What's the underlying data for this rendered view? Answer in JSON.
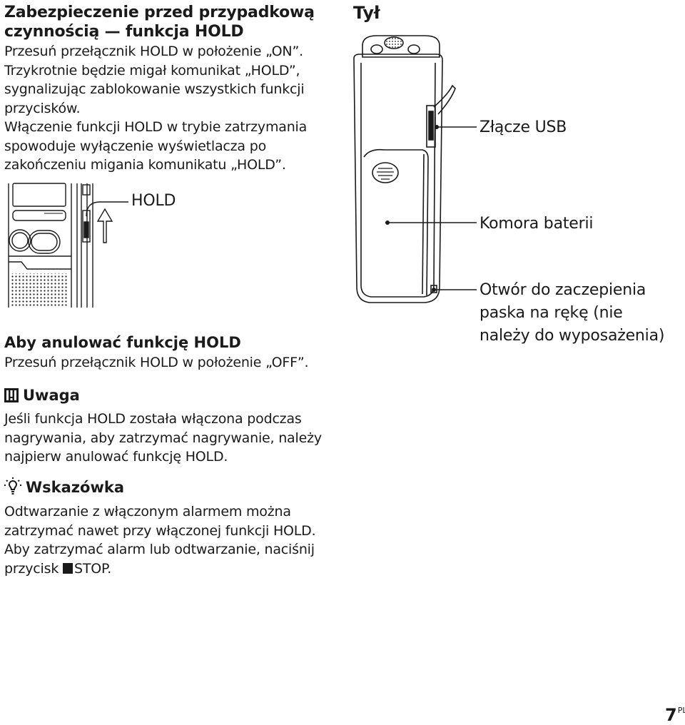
{
  "hold_on": {
    "title_line1": "Zabezpieczenie przed przypadkową",
    "title_line2": "czynnością — funkcja HOLD",
    "paragraph": [
      "Przesuń przełącznik HOLD w położenie „ON”.",
      "Trzykrotnie będzie migał komunikat „HOLD”,",
      "sygnalizując zablokowanie wszystkich funkcji",
      "przycisków.",
      "Włączenie funkcji HOLD w trybie zatrzymania",
      "spowoduje wyłączenie wyświetlacza po",
      "zakończeniu migania komunikatu „HOLD”."
    ]
  },
  "hold_figure": {
    "label": "HOLD"
  },
  "hold_off": {
    "title": "Aby anulować funkcję HOLD",
    "text": "Przesuń przełącznik HOLD w położenie „OFF”."
  },
  "note": {
    "title": "Uwaga",
    "icon": "note-icon",
    "lines": [
      "Jeśli funkcja HOLD została włączona podczas",
      "nagrywania, aby zatrzymać nagrywanie, należy",
      "najpierw anulować funkcję HOLD."
    ]
  },
  "tip": {
    "title": "Wskazówka",
    "icon": "bulb-icon",
    "lines": [
      "Odtwarzanie z włączonym alarmem można",
      "zatrzymać nawet przy włączonej funkcji HOLD.",
      "Aby zatrzymać alarm lub odtwarzanie, naciśnij"
    ],
    "last_line_prefix": "przycisk ",
    "last_line_button": "STOP."
  },
  "back_view": {
    "title": "Tył",
    "callouts": {
      "usb": "Złącze USB",
      "battery": "Komora baterii",
      "strap_lines": [
        "Otwór do zaczepienia",
        "paska na rękę (nie",
        "należy do wyposażenia)"
      ]
    }
  },
  "footer": {
    "page_number": "7",
    "page_suffix": "PL"
  }
}
